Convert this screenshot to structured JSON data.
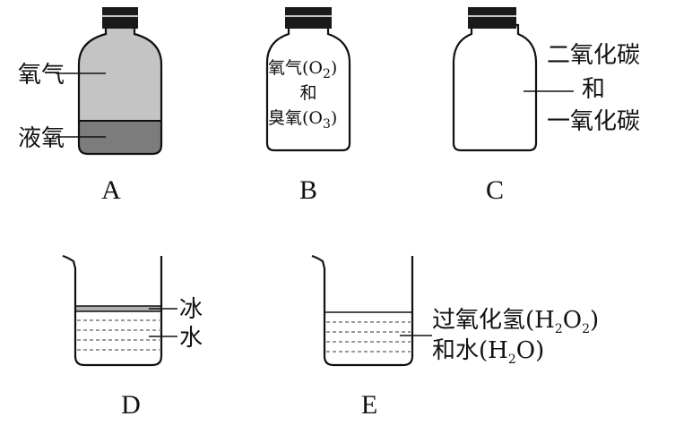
{
  "bottles": {
    "a": {
      "caption": "A",
      "label_gas": "氧气",
      "label_liquid": "液氧"
    },
    "b": {
      "caption": "B",
      "line1": "氧气(O",
      "sub1": "2",
      "line1_end": ")",
      "line2": "和",
      "line3": "臭氧(O",
      "sub3": "3",
      "line3_end": ")"
    },
    "c": {
      "caption": "C",
      "line1": "二氧化碳",
      "line2": "和",
      "line3": "一氧化碳"
    }
  },
  "beakers": {
    "d": {
      "caption": "D",
      "label_ice": "冰",
      "label_water": "水"
    },
    "e": {
      "caption": "E",
      "line1_a": "过氧化氢(H",
      "line1_sub1": "2",
      "line1_b": "O",
      "line1_sub2": "2",
      "line1_c": ")",
      "line2_a": "和水(H",
      "line2_sub": "2",
      "line2_b": "O)"
    }
  },
  "colors": {
    "gas_fill": "#c4c4c4",
    "liquid_fill": "#7c7c7c",
    "ice_fill": "#b0b0b0",
    "stopper": "#1a1a1a"
  }
}
